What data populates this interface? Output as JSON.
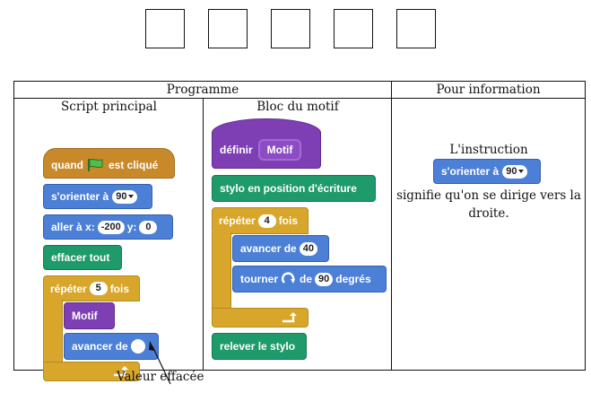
{
  "table": {
    "header_programme": "Programme",
    "header_info": "Pour information",
    "sub_script": "Script principal",
    "sub_bloc": "Bloc du motif"
  },
  "script_principal": {
    "flag_block": {
      "before": "quand",
      "after": "est cliqué"
    },
    "orient": {
      "label": "s'orienter à",
      "value": "90"
    },
    "goto": {
      "label": "aller à x:",
      "x": "-200",
      "ylabel": "y:",
      "y": "0"
    },
    "clear": "effacer tout",
    "repeat": {
      "label1": "répéter",
      "count": "5",
      "label2": "fois"
    },
    "motif_call": "Motif",
    "move": {
      "label": "avancer de",
      "value": ""
    }
  },
  "annotation": "Valeur effacée",
  "bloc_motif": {
    "define": {
      "label": "définir",
      "name": "Motif"
    },
    "pen_down": "stylo en position d'écriture",
    "repeat": {
      "label1": "répéter",
      "count": "4",
      "label2": "fois"
    },
    "move": {
      "label": "avancer de",
      "value": "40"
    },
    "turn": {
      "label1": "tourner",
      "label2": "de",
      "value": "90",
      "label3": "degrés"
    },
    "pen_up": "relever le stylo"
  },
  "info": {
    "line1": "L'instruction",
    "block_label": "s'orienter à",
    "block_value": "90",
    "line2": "signifie qu'on se dirige vers la",
    "line3": "droite."
  },
  "colors": {
    "motion": "#4c7fd6",
    "event": "#c8892b",
    "pen": "#1f9a6b",
    "control": "#d9a62c",
    "custom": "#7d3fb3"
  }
}
